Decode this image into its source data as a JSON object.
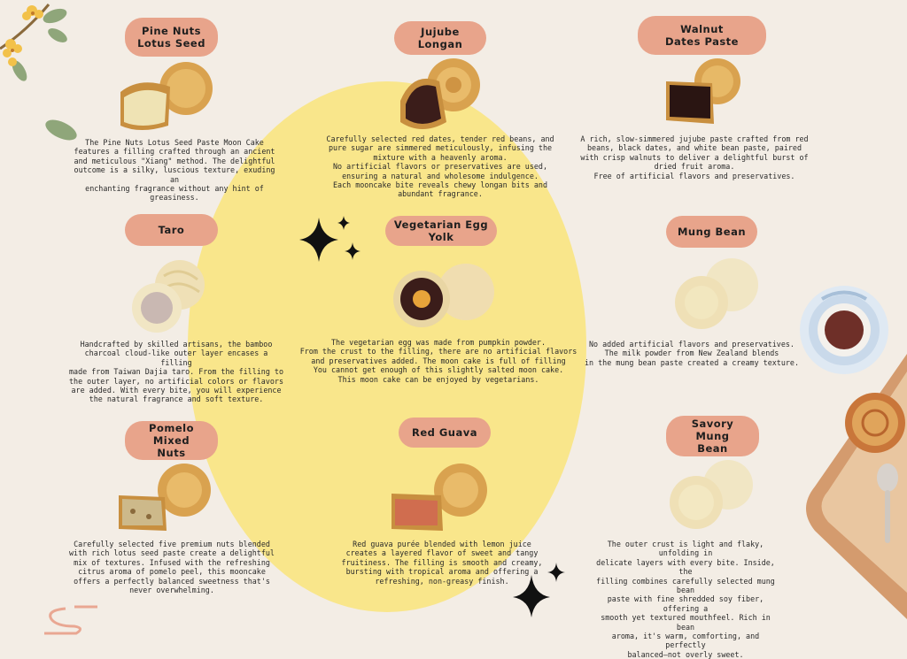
{
  "products": [
    {
      "id": "pine-nuts-lotus-seed",
      "name": "Pine Nuts\nLotus Seed",
      "description": "The Pine Nuts Lotus Seed Paste Moon Cake\nfeatures a filling crafted through an ancient\nand meticulous \"Xiang\" method. The delightful\noutcome is a silky, luscious texture, exuding an\nenchanting fragrance without any hint of\ngreasiness."
    },
    {
      "id": "jujube-longan",
      "name": "Jujube Longan",
      "description": "Carefully selected red dates, tender red beans, and\npure sugar are simmered meticulously, infusing the\nmixture with a heavenly aroma.\nNo artificial flavors or preservatives are used,\nensuring a natural and wholesome indulgence.\nEach mooncake bite reveals chewy longan bits and\nabundant fragrance."
    },
    {
      "id": "walnut-dates-paste",
      "name": "Walnut\nDates Paste",
      "description": "A rich, slow-simmered jujube paste crafted from red\nbeans, black dates, and white bean paste, paired\nwith crisp walnuts to deliver a delightful burst of\ndried fruit aroma.\nFree of artificial flavors and preservatives."
    },
    {
      "id": "taro",
      "name": "Taro",
      "description": "Handcrafted by skilled artisans, the bamboo\ncharcoal cloud-like outer layer encases a filling\nmade from Taiwan Dajia taro. From the filling to\nthe outer layer, no artificial colors or flavors\nare added. With every bite, you will experience\nthe natural fragrance and soft texture."
    },
    {
      "id": "vegetarian-egg-yolk",
      "name": "Vegetarian Egg\nYolk",
      "description": "The vegetarian egg was made from pumpkin powder.\nFrom the crust to the filling, there are no artificial flavors\nand preservatives added. The moon cake is full of filling\nYou cannot get enough of this slightly salted moon cake.\nThis moon cake can be enjoyed by vegetarians."
    },
    {
      "id": "mung-bean",
      "name": "Mung Bean",
      "description": "No added artificial flavors and preservatives.\nThe milk powder from New Zealand blends\nin the mung bean paste created a creamy texture."
    },
    {
      "id": "pomelo-mixed-nuts",
      "name": "Pomelo Mixed\nNuts",
      "description": "Carefully selected five premium nuts blended\nwith rich lotus seed paste create a delightful\nmix of textures. Infused with the refreshing\ncitrus aroma of pomelo peel, this mooncake\noffers a perfectly balanced sweetness that's\nnever overwhelming."
    },
    {
      "id": "red-guava",
      "name": "Red Guava",
      "description": "Red guava purée blended with lemon juice\ncreates a layered flavor of sweet and tangy\nfruitiness. The filling is smooth and creamy,\nbursting with tropical aroma and offering a\nrefreshing, non-greasy finish."
    },
    {
      "id": "savory-mung-bean",
      "name": "Savory Mung\nBean",
      "description": "The outer crust is light and flaky, unfolding in\ndelicate layers with every bite. Inside, the\nfilling combines carefully selected mung bean\npaste with fine shredded soy fiber, offering a\nsmooth yet textured mouthfeel. Rich in bean\naroma, it's warm, comforting, and perfectly\nbalanced—not overly sweet."
    }
  ],
  "colors": {
    "background": "#f3ede5",
    "circle": "#f9e68b",
    "label": "#e8a48b",
    "crust": "#d9a24f",
    "paste_light": "#efe3b4",
    "tray": "#d49b6e"
  },
  "icons": [
    "sparkle-icon",
    "flower-branch-icon",
    "tea-cup-icon",
    "tray-icon",
    "spoon-icon",
    "wave-logo-icon"
  ]
}
